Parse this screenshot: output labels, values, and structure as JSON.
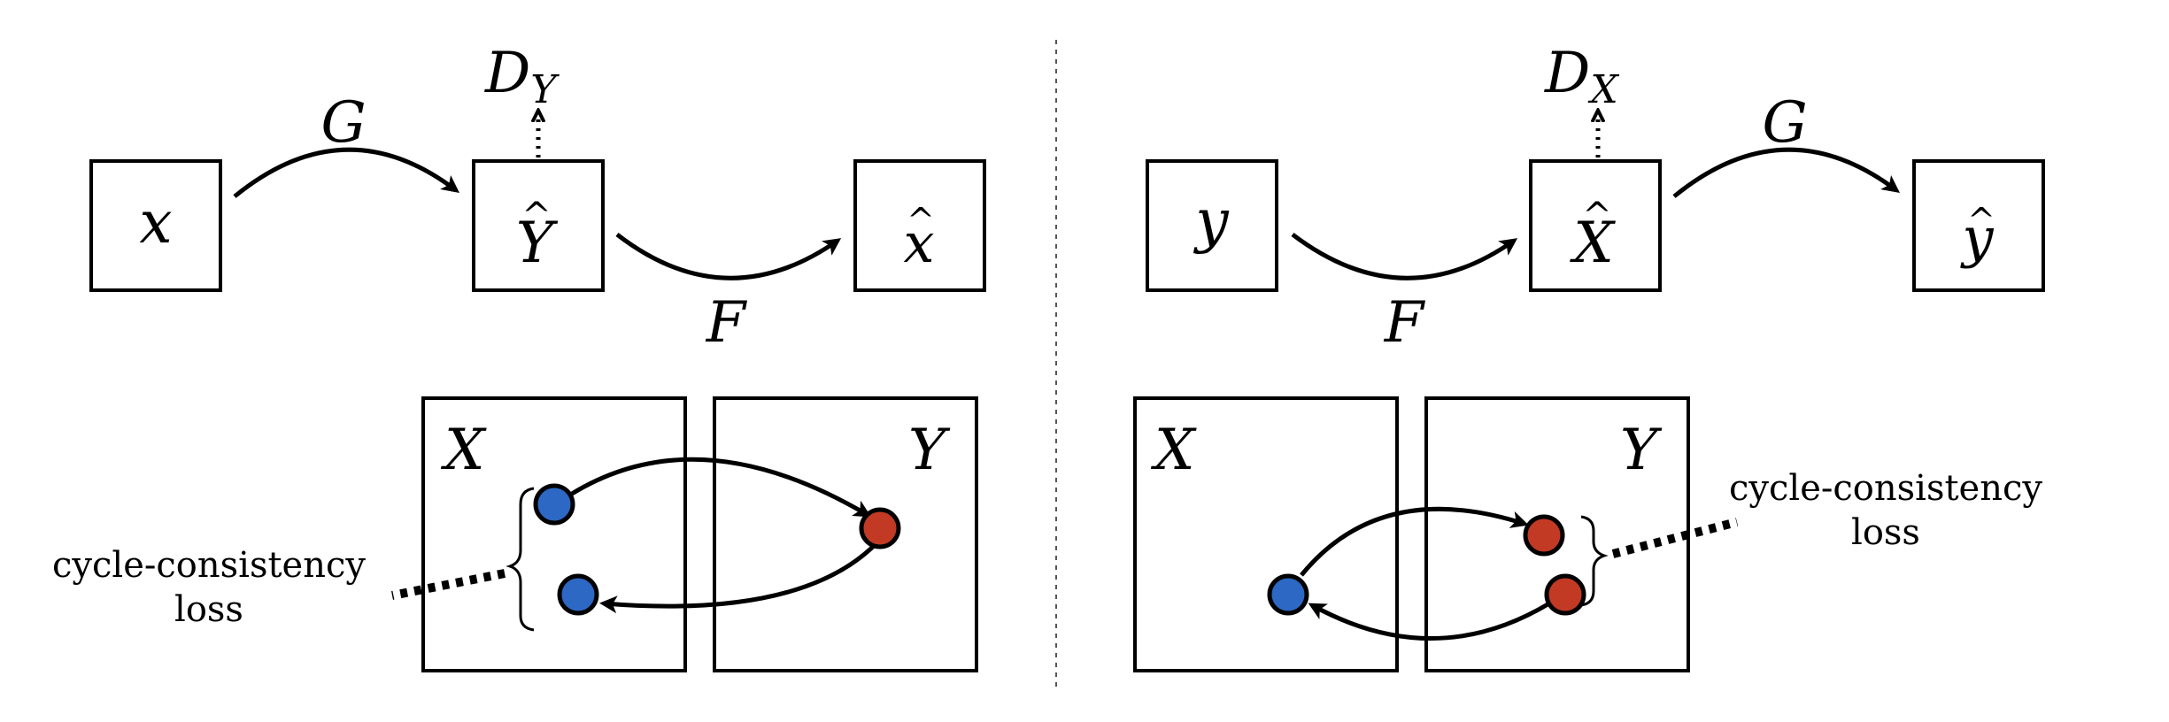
{
  "colors": {
    "blue": "#2c68c4",
    "red": "#c23a24"
  },
  "left_panel": {
    "nodes": {
      "input": "x",
      "mapped": "Y",
      "reconstructed": "x"
    },
    "forward_label": "G",
    "backward_label": "F",
    "discriminator": {
      "letter": "D",
      "subscript": "Y"
    },
    "domains": {
      "source": "X",
      "target": "Y"
    },
    "loss_label": {
      "line1": "cycle-consistency",
      "line2": "loss"
    }
  },
  "right_panel": {
    "nodes": {
      "input": "y",
      "mapped": "X",
      "reconstructed": "y"
    },
    "forward_label": "F",
    "backward_label": "G",
    "discriminator": {
      "letter": "D",
      "subscript": "X"
    },
    "domains": {
      "source": "X",
      "target": "Y"
    },
    "loss_label": {
      "line1": "cycle-consistency",
      "line2": "loss"
    }
  }
}
